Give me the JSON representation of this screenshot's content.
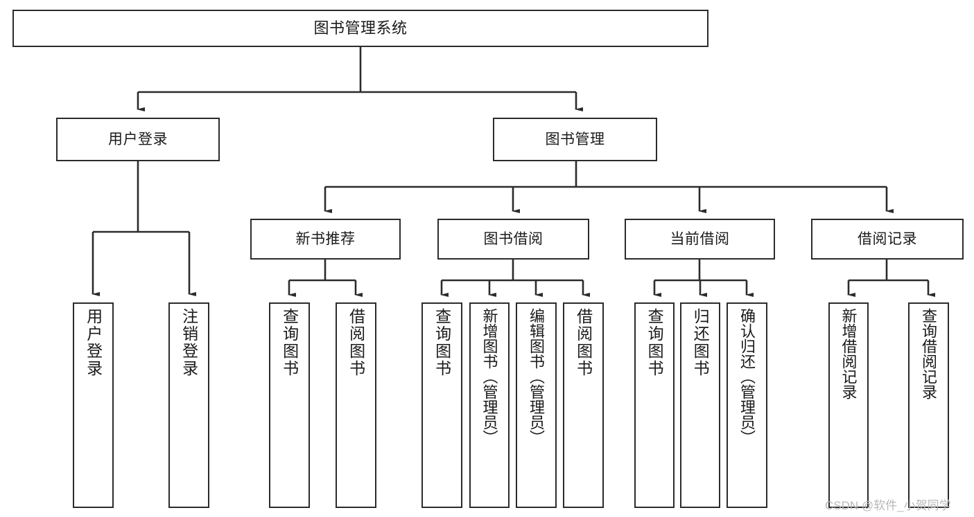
{
  "diagram": {
    "title": "图书管理系统",
    "type": "hierarchy-tree",
    "colors": {
      "box_border": "#2b2b2b",
      "box_fill": "#ffffff",
      "connector": "#2b2b2b",
      "watermark": "#b8b8b8",
      "background": "#ffffff"
    },
    "root": {
      "label": "图书管理系统"
    },
    "level1": [
      {
        "label": "用户登录"
      },
      {
        "label": "图书管理"
      }
    ],
    "level2": [
      {
        "label": "新书推荐"
      },
      {
        "label": "图书借阅"
      },
      {
        "label": "当前借阅"
      },
      {
        "label": "借阅记录"
      }
    ],
    "leaves": {
      "user_login": [
        {
          "label": "用户登录"
        },
        {
          "label": "注销登录"
        }
      ],
      "new_book_recommend": [
        {
          "label": "查询图书"
        },
        {
          "label": "借阅图书"
        }
      ],
      "book_borrow": [
        {
          "label": "查询图书"
        },
        {
          "label": "新增图书（管理员）"
        },
        {
          "label": "编辑图书（管理员）"
        },
        {
          "label": "借阅图书"
        }
      ],
      "current_borrow": [
        {
          "label": "查询图书"
        },
        {
          "label": "归还图书"
        },
        {
          "label": "确认归还（管理员）"
        }
      ],
      "borrow_record": [
        {
          "label": "新增借阅记录"
        },
        {
          "label": "查询借阅记录"
        }
      ]
    }
  },
  "watermark": {
    "text": "CSDN @软件_小贺同学"
  }
}
